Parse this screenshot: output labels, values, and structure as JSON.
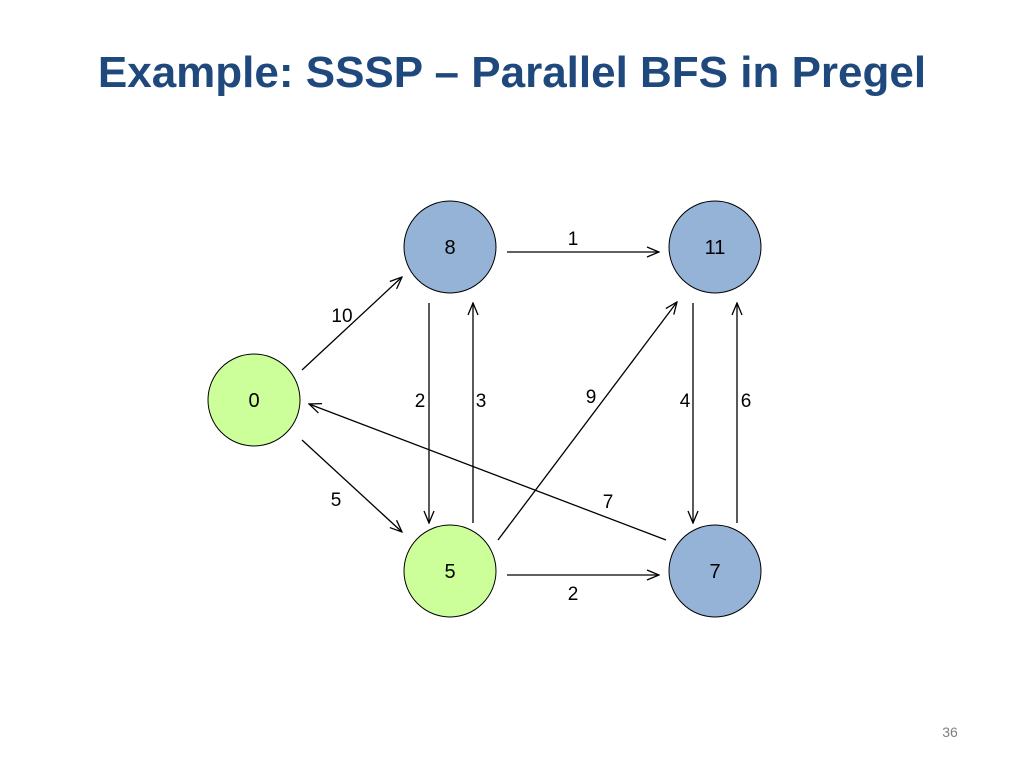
{
  "slide": {
    "title": "Example: SSSP – Parallel BFS in Pregel",
    "page_number": "36"
  },
  "colors": {
    "title": "#1f497d",
    "node_green": "#ccff99",
    "node_blue": "#95b3d7",
    "stroke": "#000000"
  },
  "graph": {
    "nodes": [
      {
        "id": "n0",
        "value": "0",
        "color": "green"
      },
      {
        "id": "n8",
        "value": "8",
        "color": "blue"
      },
      {
        "id": "n11",
        "value": "11",
        "color": "blue"
      },
      {
        "id": "n5",
        "value": "5",
        "color": "green"
      },
      {
        "id": "n7",
        "value": "7",
        "color": "blue"
      }
    ],
    "edges": [
      {
        "from": "n0",
        "to": "n8",
        "weight": "10"
      },
      {
        "from": "n0",
        "to": "n5",
        "weight": "5"
      },
      {
        "from": "n8",
        "to": "n11",
        "weight": "1"
      },
      {
        "from": "n8",
        "to": "n5",
        "weight": "2"
      },
      {
        "from": "n5",
        "to": "n8",
        "weight": "3"
      },
      {
        "from": "n5",
        "to": "n11",
        "weight": "9"
      },
      {
        "from": "n11",
        "to": "n7",
        "weight": "4"
      },
      {
        "from": "n7",
        "to": "n11",
        "weight": "6"
      },
      {
        "from": "n7",
        "to": "n0",
        "weight": "7"
      },
      {
        "from": "n5",
        "to": "n7",
        "weight": "2"
      }
    ]
  }
}
